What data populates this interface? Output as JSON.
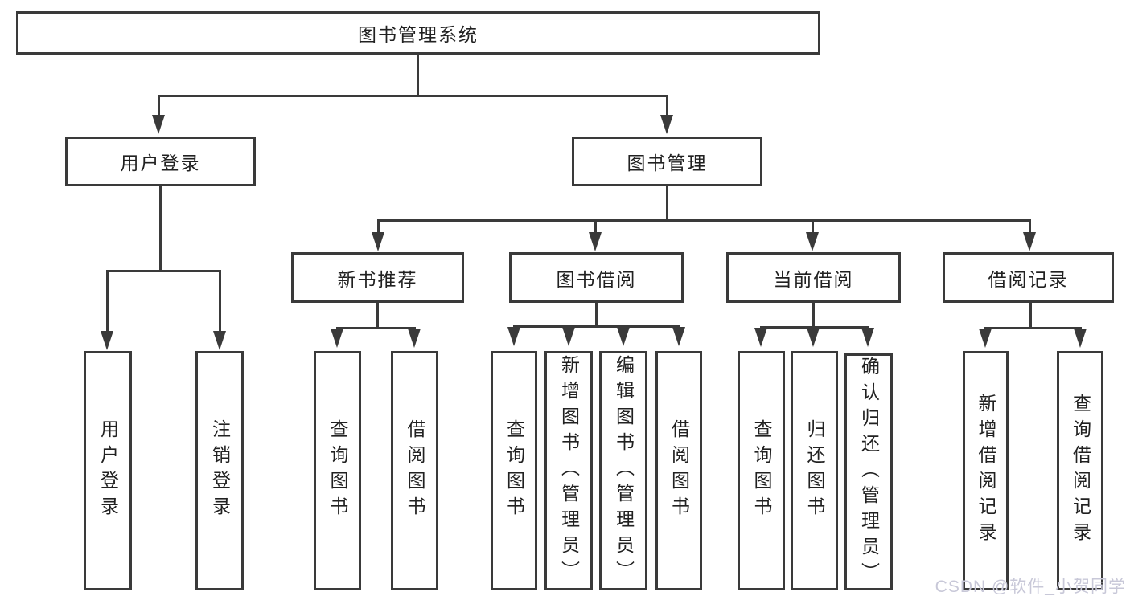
{
  "tree": {
    "root": "图书管理系统",
    "branches": [
      {
        "label": "用户登录",
        "children": [
          "用户登录",
          "注销登录"
        ]
      },
      {
        "label": "图书管理",
        "groups": [
          {
            "label": "新书推荐",
            "children": [
              "查询图书",
              "借阅图书"
            ]
          },
          {
            "label": "图书借阅",
            "children": [
              "查询图书",
              "新增图书（管理员）",
              "编辑图书（管理员）",
              "借阅图书"
            ]
          },
          {
            "label": "当前借阅",
            "children": [
              "查询图书",
              "归还图书",
              "确认归还（管理员）"
            ]
          },
          {
            "label": "借阅记录",
            "children": [
              "新增借阅记录",
              "查询借阅记录"
            ]
          }
        ]
      }
    ]
  },
  "watermark": "CSDN @软件_小贺同学",
  "colors": {
    "line": "#3a3a3a",
    "text": "#212121",
    "background": "#ffffff",
    "watermark": "#c8c8d8"
  }
}
